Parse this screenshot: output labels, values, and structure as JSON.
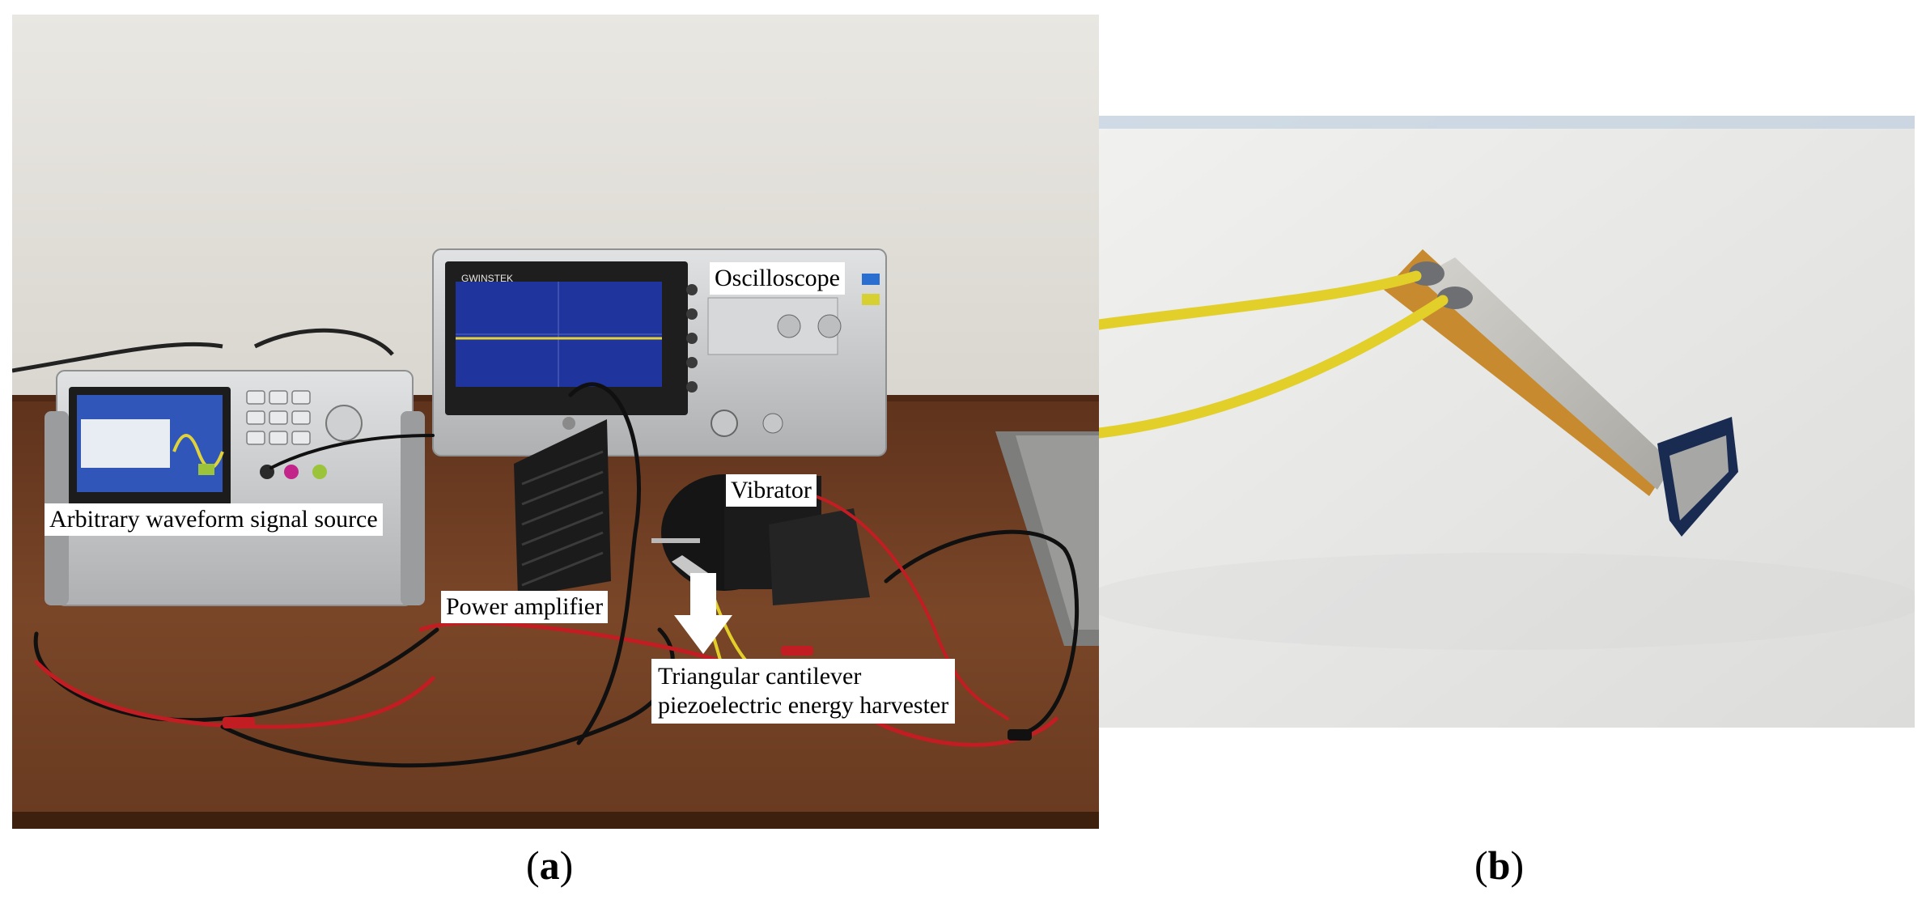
{
  "figure": {
    "panel_a": {
      "label_open": "(",
      "label_letter": "a",
      "label_close": ")",
      "callouts": {
        "oscilloscope": "Oscilloscope",
        "signal_source": "Arbitrary waveform signal source",
        "vibrator": "Vibrator",
        "power_amplifier": "Power amplifier",
        "harvester_line1": "Triangular cantilever",
        "harvester_line2": "piezoelectric energy harvester"
      },
      "device_brand_text": "GWINSTEK"
    },
    "panel_b": {
      "label_open": "(",
      "label_letter": "b",
      "label_close": ")"
    }
  },
  "colors": {
    "wall": "#e6e4df",
    "table": "#6e3d22",
    "instrument_grey": "#c9cbcc",
    "screen_blue": "#2f56b8",
    "wire_yellow": "#e2cf2a",
    "wire_red": "#d8242a",
    "piezo_silver": "#b9b7b2",
    "kapton": "#c88a2e"
  }
}
